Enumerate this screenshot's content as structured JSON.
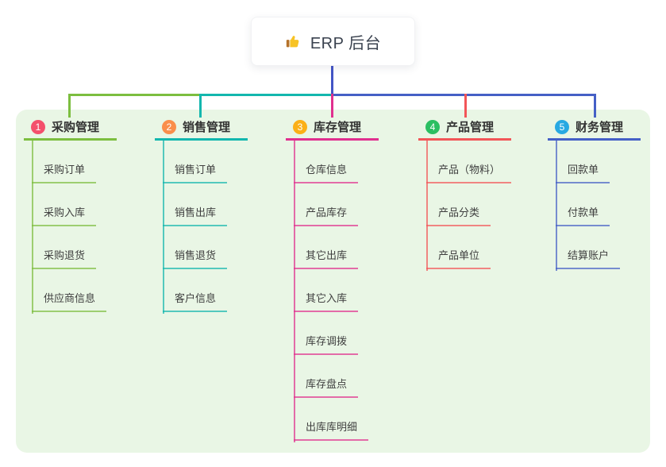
{
  "root": {
    "icon": "thumbs-up-icon",
    "label": "ERP 后台"
  },
  "branches": [
    {
      "label": "采购管理",
      "badge": "1",
      "badge_color": "#f4506c",
      "line_color": "#7cbe3f",
      "children": [
        "采购订单",
        "采购入库",
        "采购退货",
        "供应商信息"
      ]
    },
    {
      "label": "销售管理",
      "badge": "2",
      "badge_color": "#fa8e4b",
      "line_color": "#13b7ae",
      "children": [
        "销售订单",
        "销售出库",
        "销售退货",
        "客户信息"
      ]
    },
    {
      "label": "库存管理",
      "badge": "3",
      "badge_color": "#fbb017",
      "line_color": "#e0308f",
      "children": [
        "仓库信息",
        "产品库存",
        "其它出库",
        "其它入库",
        "库存调拨",
        "库存盘点",
        "出库库明细"
      ]
    },
    {
      "label": "产品管理",
      "badge": "4",
      "badge_color": "#2bbf62",
      "line_color": "#f25558",
      "children": [
        "产品（物料）",
        "产品分类",
        "产品单位"
      ]
    },
    {
      "label": "财务管理",
      "badge": "5",
      "badge_color": "#28a9e2",
      "line_color": "#4560c6",
      "children": [
        "回款单",
        "付款单",
        "结算账户"
      ]
    }
  ],
  "colors": {
    "stem": "#4355c6",
    "panel_bg": "#e9f6e5",
    "canvas_bg": "#ffffff",
    "root_text": "#39414e",
    "topic_text": "#333333",
    "child_text": "#3f3f3f"
  }
}
